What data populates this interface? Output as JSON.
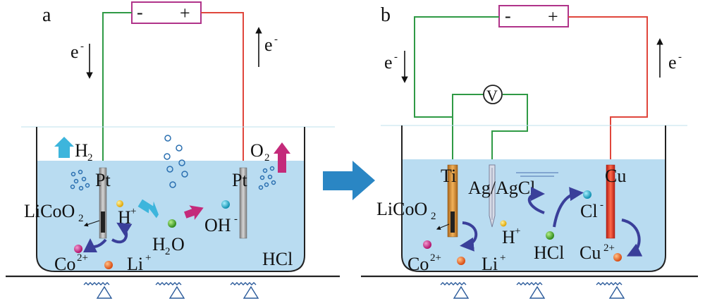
{
  "panels": {
    "a": {
      "letter": "a",
      "power_supply": {
        "minus": "-",
        "plus": "+"
      },
      "electron_left": {
        "base": "e",
        "sup": "-"
      },
      "electron_right": {
        "base": "e",
        "sup": "-"
      },
      "gas_left": {
        "base": "H",
        "sub": "2"
      },
      "gas_right": {
        "base": "O",
        "sub": "2"
      },
      "electrode_left": "Pt",
      "electrode_right": "Pt",
      "cathode_material": {
        "base": "LiCoO",
        "sub": "2"
      },
      "proton": {
        "base": "H",
        "sup": "+"
      },
      "water": {
        "base": "H",
        "sub": "2",
        "tail": "O"
      },
      "hydroxide": {
        "base": "OH",
        "sup": "-"
      },
      "cobalt_ion": {
        "base": "Co",
        "sup": "2+"
      },
      "lithium_ion": {
        "base": "Li",
        "sup": "+"
      },
      "electrolyte": "HCl"
    },
    "b": {
      "letter": "b",
      "power_supply": {
        "minus": "-",
        "plus": "+"
      },
      "electron_left": {
        "base": "e",
        "sup": "-"
      },
      "electron_right": {
        "base": "e",
        "sup": "-"
      },
      "voltmeter": "V",
      "electrode_ti": "Ti",
      "reference_electrode": "Ag/AgCl",
      "electrode_cu": "Cu",
      "cathode_material": {
        "base": "LiCoO",
        "sub": "2"
      },
      "proton": {
        "base": "H",
        "sup": "+"
      },
      "chloride": {
        "base": "Cl",
        "sup": "-"
      },
      "hcl": "HCl",
      "cobalt_ion": {
        "base": "Co",
        "sup": "2+"
      },
      "lithium_ion": {
        "base": "Li",
        "sup": "+"
      },
      "copper_ion": {
        "base": "Cu",
        "sup": "2+"
      }
    }
  },
  "colors": {
    "electrolyte": "#b9dcf1",
    "green_wire": "#2f9a45",
    "red_wire": "#e0463c",
    "power_box": "#b0338a",
    "cyan_arrow": "#3db5dc",
    "magenta_arrow": "#c42a7a",
    "curved_arrow": "#3a3f9a",
    "transition_arrow": "#2a86c4",
    "cu_electrode": "#e23a2a",
    "ti_electrode": "#c8852a",
    "pt_electrode": "#9a9a9a"
  }
}
